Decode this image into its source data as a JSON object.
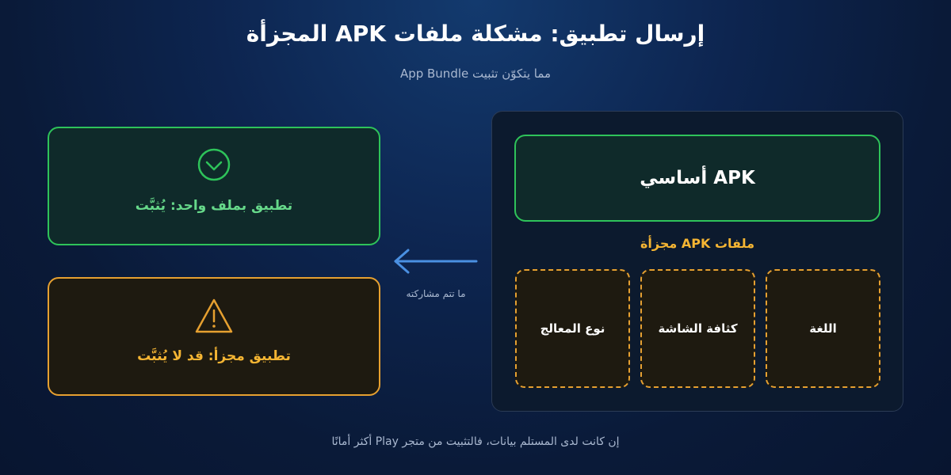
{
  "header": {
    "title": "إرسال تطبيق: مشكلة ملفات APK المجزأة",
    "subtitle": "مما يتكوّن تثبيت App Bundle"
  },
  "bundle": {
    "base_label": "APK أساسي",
    "split_section_label": "ملفات APK مجزأة",
    "splits": [
      "اللغة",
      "كثافة الشاشة",
      "نوع المعالج"
    ]
  },
  "arrow": {
    "label": "ما تتم مشاركته"
  },
  "results": {
    "ok_text": "تطبيق بملف واحد: يُثبَّت",
    "warn_text": "تطبيق مجزأ: قد لا يُثبَّت"
  },
  "footer": {
    "note": "إن كانت لدى المستلم بيانات، فالتثبيت من متجر Play أكثر أمانًا"
  },
  "colors": {
    "success": "#2ec35a",
    "warning": "#e6a030",
    "arrow": "#4a90e2"
  },
  "icons": {
    "ok": "check-circle-icon",
    "warn": "warning-triangle-icon"
  }
}
